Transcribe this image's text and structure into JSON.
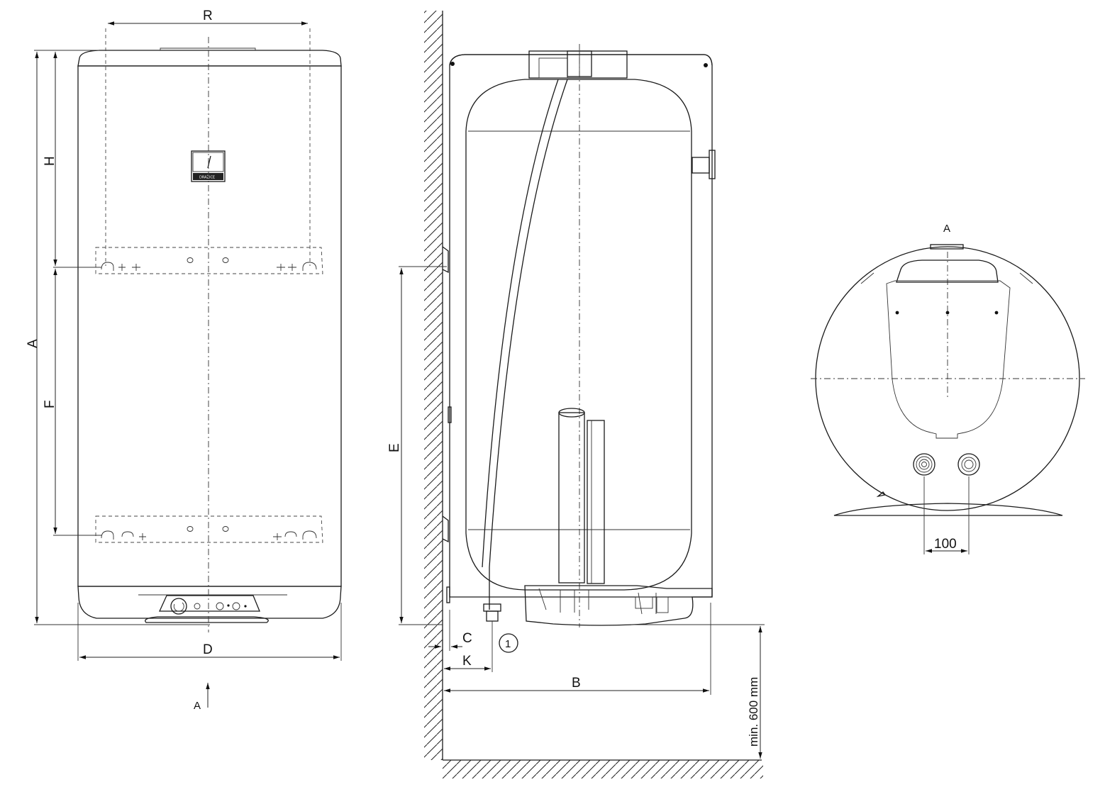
{
  "labels": {
    "R": "R",
    "H": "H",
    "A": "A",
    "F": "F",
    "D": "D",
    "view_arrow": "A",
    "E": "E",
    "C": "C",
    "K": "K",
    "B": "B",
    "clearance": "min. 600 mm",
    "item_1": "1",
    "view_a_title": "A",
    "spacing": "100"
  },
  "logo_text": "DRAŽICE"
}
